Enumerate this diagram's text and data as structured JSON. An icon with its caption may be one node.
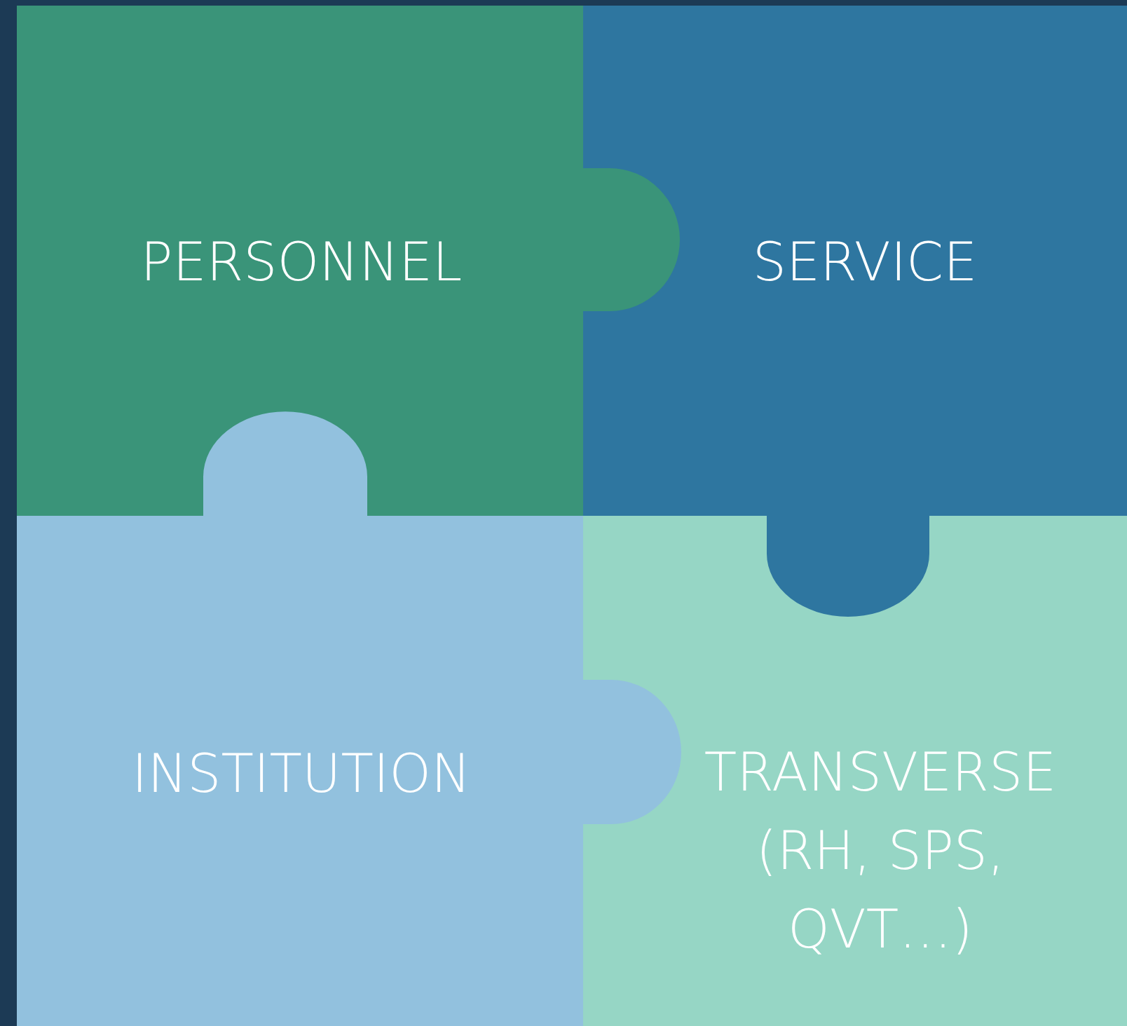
{
  "diagram": {
    "nodes": [
      {
        "text": [
          "PERSONNEL"
        ]
      },
      {
        "text": [
          "SERVICE"
        ]
      },
      {
        "text": [
          "INSTITUTION"
        ]
      },
      {
        "text": [
          "TRANSVERSE (RH, SPS, QVT…)"
        ]
      }
    ]
  }
}
